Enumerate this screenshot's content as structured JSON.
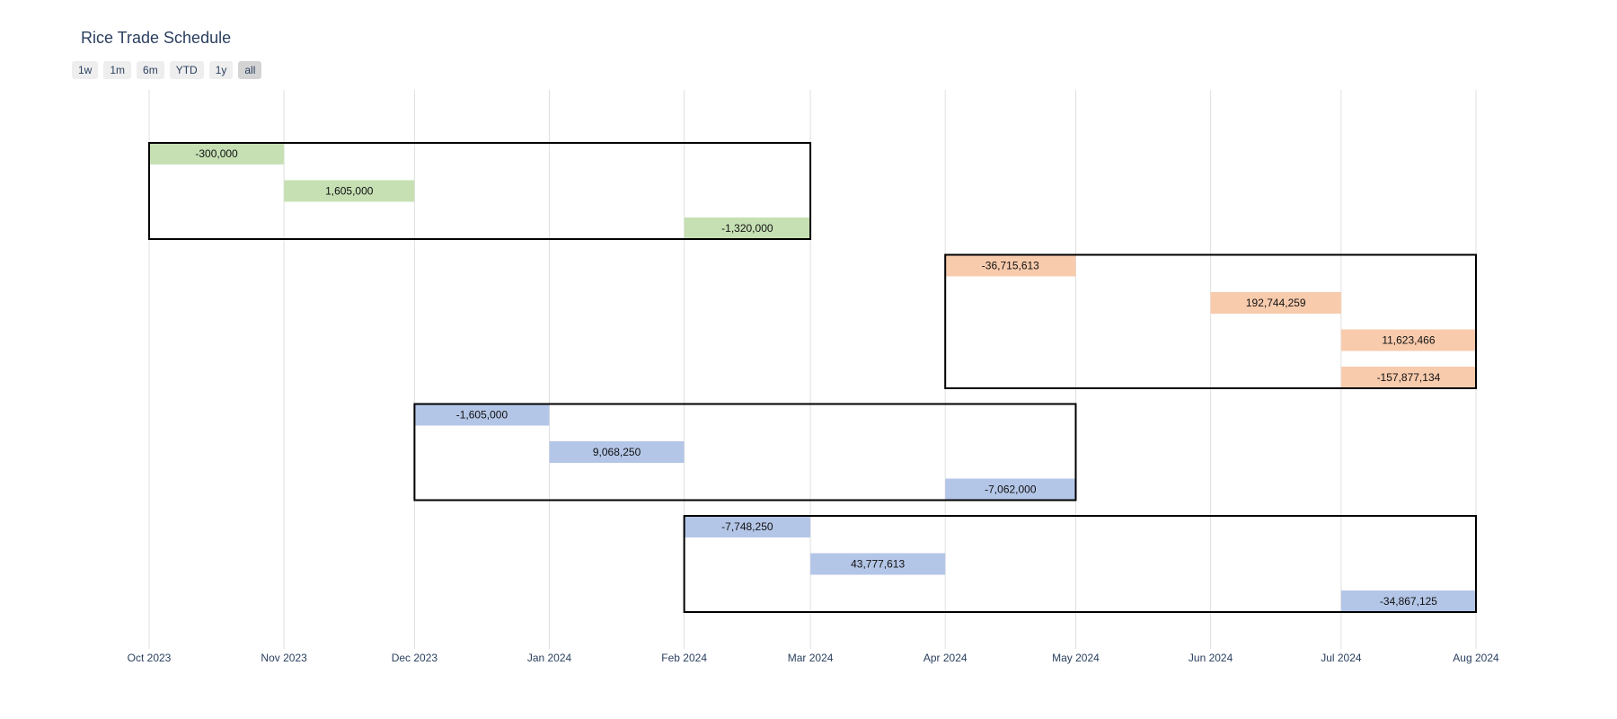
{
  "title": "Rice Trade Schedule",
  "range_buttons": [
    {
      "label": "1w",
      "active": false
    },
    {
      "label": "1m",
      "active": false
    },
    {
      "label": "6m",
      "active": false
    },
    {
      "label": "YTD",
      "active": false
    },
    {
      "label": "1y",
      "active": false
    },
    {
      "label": "all",
      "active": true
    }
  ],
  "colors": {
    "green": "#c6e0b4",
    "orange": "#f8cbad",
    "blue": "#b4c6e7",
    "grid": "#e0e0e0",
    "box": "#000000"
  },
  "chart_data": {
    "type": "gantt",
    "title": "Rice Trade Schedule",
    "x_axis": {
      "type": "date",
      "range": [
        "2023-10-01",
        "2024-08-01"
      ],
      "ticks": [
        {
          "date": "2023-10-01",
          "label": "Oct 2023"
        },
        {
          "date": "2023-11-01",
          "label": "Nov 2023"
        },
        {
          "date": "2023-12-01",
          "label": "Dec 2023"
        },
        {
          "date": "2024-01-01",
          "label": "Jan 2024"
        },
        {
          "date": "2024-02-01",
          "label": "Feb 2024"
        },
        {
          "date": "2024-03-01",
          "label": "Mar 2024"
        },
        {
          "date": "2024-04-01",
          "label": "Apr 2024"
        },
        {
          "date": "2024-05-01",
          "label": "May 2024"
        },
        {
          "date": "2024-06-01",
          "label": "Jun 2024"
        },
        {
          "date": "2024-07-01",
          "label": "Jul 2024"
        },
        {
          "date": "2024-08-01",
          "label": "Aug 2024"
        }
      ]
    },
    "grid": true,
    "groups": [
      {
        "color": "green",
        "start": "2023-10-01",
        "end": "2024-03-01",
        "trades": [
          {
            "start": "2023-10-01",
            "end": "2023-11-01",
            "label": "-300,000"
          },
          {
            "start": "2023-11-01",
            "end": "2023-12-01",
            "label": "1,605,000"
          },
          {
            "start": "2024-02-01",
            "end": "2024-03-01",
            "label": "-1,320,000"
          }
        ]
      },
      {
        "color": "orange",
        "start": "2024-04-01",
        "end": "2024-08-01",
        "trades": [
          {
            "start": "2024-04-01",
            "end": "2024-05-01",
            "label": "-36,715,613"
          },
          {
            "start": "2024-06-01",
            "end": "2024-07-01",
            "label": "192,744,259"
          },
          {
            "start": "2024-07-01",
            "end": "2024-08-01",
            "label": "11,623,466"
          },
          {
            "start": "2024-07-01",
            "end": "2024-08-01",
            "label": "-157,877,134"
          }
        ]
      },
      {
        "color": "blue",
        "start": "2023-12-01",
        "end": "2024-05-01",
        "trades": [
          {
            "start": "2023-12-01",
            "end": "2024-01-01",
            "label": "-1,605,000"
          },
          {
            "start": "2024-01-01",
            "end": "2024-02-01",
            "label": "9,068,250"
          },
          {
            "start": "2024-04-01",
            "end": "2024-05-01",
            "label": "-7,062,000"
          }
        ]
      },
      {
        "color": "blue",
        "start": "2024-02-01",
        "end": "2024-08-01",
        "trades": [
          {
            "start": "2024-02-01",
            "end": "2024-03-01",
            "label": "-7,748,250"
          },
          {
            "start": "2024-03-01",
            "end": "2024-04-01",
            "label": "43,777,613"
          },
          {
            "start": "2024-07-01",
            "end": "2024-08-01",
            "label": "-34,867,125"
          }
        ]
      }
    ]
  }
}
